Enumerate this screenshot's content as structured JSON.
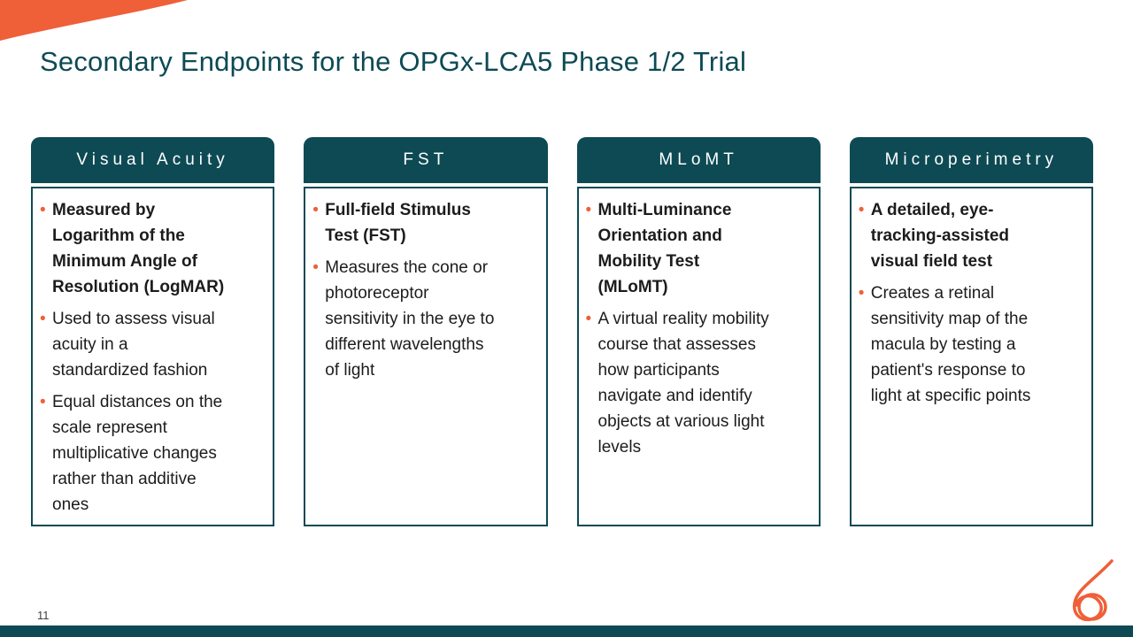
{
  "colors": {
    "teal": "#0d4a54",
    "orange": "#ef5f38"
  },
  "title": "Secondary Endpoints for the OPGx-LCA5 Phase 1/2 Trial",
  "page_number": "11",
  "bullet_glyph": "•",
  "cards": [
    {
      "header": "Visual Acuity",
      "bullets": [
        "Measured by\nLogarithm of the\nMinimum Angle of\nResolution (LogMAR)",
        "Used to assess visual\nacuity in a\nstandardized fashion",
        "Equal distances on the\nscale represent\nmultiplicative changes\nrather than additive\nones"
      ]
    },
    {
      "header": "FST",
      "bullets": [
        "Full-field Stimulus\nTest (FST)",
        "Measures the cone or\nphotoreceptor\nsensitivity in the eye to\ndifferent wavelengths\nof light"
      ]
    },
    {
      "header": "MLoMT",
      "bullets": [
        "Multi-Luminance\nOrientation and\nMobility Test\n(MLoMT)",
        "A virtual reality mobility\ncourse that assesses\nhow participants\nnavigate and identify\nobjects at various light\nlevels"
      ]
    },
    {
      "header": "Microperimetry",
      "bullets": [
        "A detailed, eye-\ntracking-assisted\nvisual field test",
        "Creates a retinal\nsensitivity map of the\nmacula by testing a\npatient's response to\nlight at specific points"
      ]
    }
  ]
}
